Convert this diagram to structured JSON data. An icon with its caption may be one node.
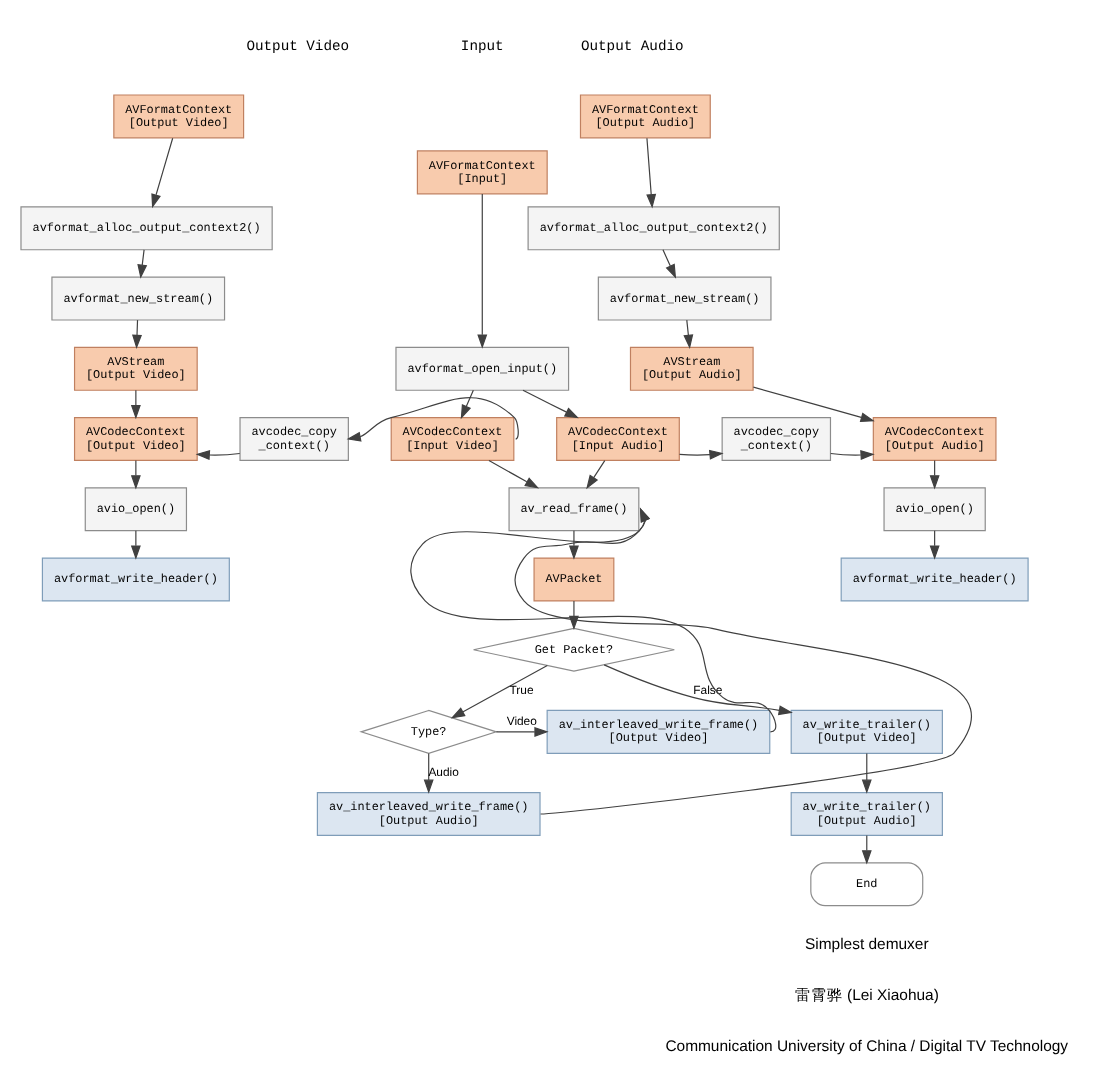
{
  "diagram": {
    "nodes": [
      {
        "text": [
          "AVFormatContext [Output Video]"
        ]
      },
      {
        "text": [
          "avformat_alloc_output_context2()"
        ]
      },
      {
        "text": [
          "avformat_new_stream()"
        ]
      },
      {
        "text": [
          "AVStream [Output Video]"
        ]
      },
      {
        "text": [
          "AVCodecContext [Output Video]"
        ]
      },
      {
        "text": [
          "avcodec_copy _context()"
        ]
      },
      {
        "text": [
          "avio_open()"
        ]
      },
      {
        "text": [
          "avformat_write_header()"
        ]
      },
      {
        "text": [
          "AVFormatContext [Input]"
        ]
      },
      {
        "text": [
          "avformat_open_input()"
        ]
      },
      {
        "text": [
          "AVCodecContext [Input Video]"
        ]
      },
      {
        "text": [
          "AVCodecContext [Input Audio]"
        ]
      },
      {
        "text": [
          "avcodec_copy _context()"
        ]
      },
      {
        "text": [
          "AVFormatContext [Output Audio]"
        ]
      },
      {
        "text": [
          "avformat_alloc_output_context2()"
        ]
      },
      {
        "text": [
          "avformat_new_stream()"
        ]
      },
      {
        "text": [
          "AVStream [Output Audio]"
        ]
      },
      {
        "text": [
          "AVCodecContext [Output Audio]"
        ]
      },
      {
        "text": [
          "avio_open()"
        ]
      },
      {
        "text": [
          "avformat_write_header()"
        ]
      },
      {
        "text": [
          "av_read_frame()"
        ]
      },
      {
        "text": [
          "AVPacket"
        ]
      },
      {
        "text": [
          "Get Packet?"
        ]
      },
      {
        "text": [
          "Type?"
        ]
      },
      {
        "text": [
          "av_interleaved_write_frame() [Output Video]"
        ]
      },
      {
        "text": [
          "av_interleaved_write_frame() [Output Audio]"
        ]
      },
      {
        "text": [
          "av_write_trailer() [Output Video]"
        ]
      },
      {
        "text": [
          "av_write_trailer() [Output Audio]"
        ]
      },
      {
        "text": [
          "End"
        ]
      }
    ],
    "edges": [
      {
        "from": 0,
        "to": 1,
        "arrow": "to"
      },
      {
        "from": 1,
        "to": 2,
        "arrow": "to"
      },
      {
        "from": 2,
        "to": 3,
        "arrow": "to"
      },
      {
        "from": 3,
        "to": 4,
        "arrow": "to"
      },
      {
        "from": 4,
        "to": 6,
        "arrow": "to"
      },
      {
        "from": 6,
        "to": 7,
        "arrow": "to"
      },
      {
        "from": 8,
        "to": 9,
        "arrow": "to"
      },
      {
        "from": 9,
        "to": 10,
        "arrow": "to"
      },
      {
        "from": 9,
        "to": 11,
        "arrow": "to"
      },
      {
        "from": 10,
        "to": 5,
        "arrow": "to"
      },
      {
        "from": 5,
        "to": 4,
        "arrow": "to"
      },
      {
        "from": 11,
        "to": 12,
        "arrow": "to"
      },
      {
        "from": 12,
        "to": 17,
        "arrow": "to"
      },
      {
        "from": 13,
        "to": 14,
        "arrow": "to"
      },
      {
        "from": 14,
        "to": 15,
        "arrow": "to"
      },
      {
        "from": 15,
        "to": 16,
        "arrow": "to"
      },
      {
        "from": 16,
        "to": 17,
        "arrow": "to"
      },
      {
        "from": 17,
        "to": 18,
        "arrow": "to"
      },
      {
        "from": 18,
        "to": 19,
        "arrow": "to"
      },
      {
        "from": 10,
        "to": 20,
        "arrow": "to"
      },
      {
        "from": 11,
        "to": 20,
        "arrow": "to"
      },
      {
        "from": 20,
        "to": 21,
        "arrow": "to"
      },
      {
        "from": 21,
        "to": 22,
        "arrow": "to"
      },
      {
        "from": 22,
        "to": 23,
        "arrow": "to",
        "label": "True"
      },
      {
        "from": 22,
        "to": 26,
        "arrow": "to",
        "label": "False"
      },
      {
        "from": 23,
        "to": 24,
        "arrow": "to",
        "label": "Video"
      },
      {
        "from": 23,
        "to": 25,
        "arrow": "to",
        "label": "Audio"
      },
      {
        "from": 24,
        "to": 20,
        "arrow": "to"
      },
      {
        "from": 25,
        "to": 20,
        "arrow": "to"
      },
      {
        "from": 26,
        "to": 27,
        "arrow": "to"
      },
      {
        "from": 27,
        "to": 28,
        "arrow": "to"
      }
    ],
    "labels": [
      "Output Video",
      "Input",
      "Output Audio",
      "Simplest demuxer",
      "雷霄骅 (Lei Xiaohua)",
      "Communication University of China / Digital TV Technology"
    ]
  }
}
